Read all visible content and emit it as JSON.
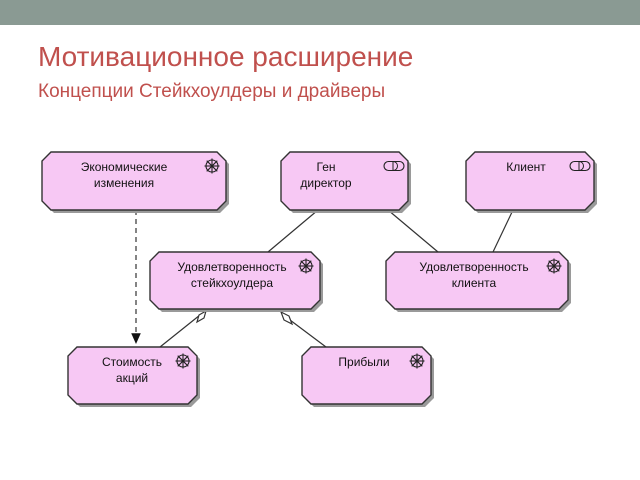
{
  "slide": {
    "title": "Мотивационное расширение",
    "subtitle": "Концепции Стейкхоулдеры и драйверы"
  },
  "diagram": {
    "colors": {
      "fill": "#f7c8f4",
      "stroke": "#333333",
      "shadow": "#9a9a9a"
    },
    "nodes": {
      "economic_changes": {
        "line1": "Экономические",
        "line2": "изменения",
        "icon": "driver-icon"
      },
      "gen_director": {
        "line1": "Ген",
        "line2": "директор",
        "icon": "stakeholder-icon"
      },
      "client": {
        "line1": "Клиент",
        "line2": "",
        "icon": "stakeholder-icon"
      },
      "stakeholder_satisfaction": {
        "line1": "Удовлетворенность",
        "line2": "стейкхоулдера",
        "icon": "driver-icon"
      },
      "client_satisfaction": {
        "line1": "Удовлетворенность",
        "line2": "клиента",
        "icon": "driver-icon"
      },
      "share_value": {
        "line1": "Стоимость",
        "line2": "акций",
        "icon": "driver-icon"
      },
      "profits": {
        "line1": "Прибыли",
        "line2": "",
        "icon": "driver-icon"
      }
    }
  }
}
